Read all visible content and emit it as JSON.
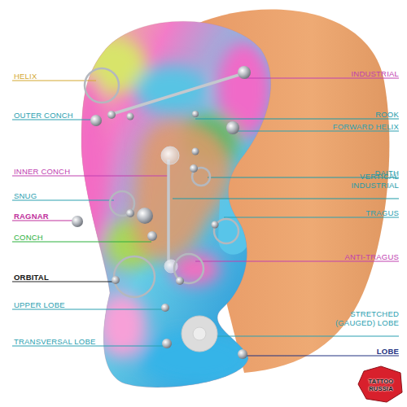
{
  "diagram": {
    "labels": [
      "HELIX",
      "INDUSTRIAL",
      "OUTER CONCH",
      "ROOK",
      "FORWARD HELIX",
      "INNER CONCH",
      "DAITH",
      "VERTICAL INDUSTRIAL",
      "SNUG",
      "TRAGUS",
      "RAGNAR",
      "CONCH",
      "ANTI-TRAGUS",
      "ORBITAL",
      "UPPER LOBE",
      "STRETCHED (GAUGED) LOBE",
      "TRANSVERSAL LOBE",
      "LOBE",
      "TATTOO RUSSIA"
    ]
  }
}
